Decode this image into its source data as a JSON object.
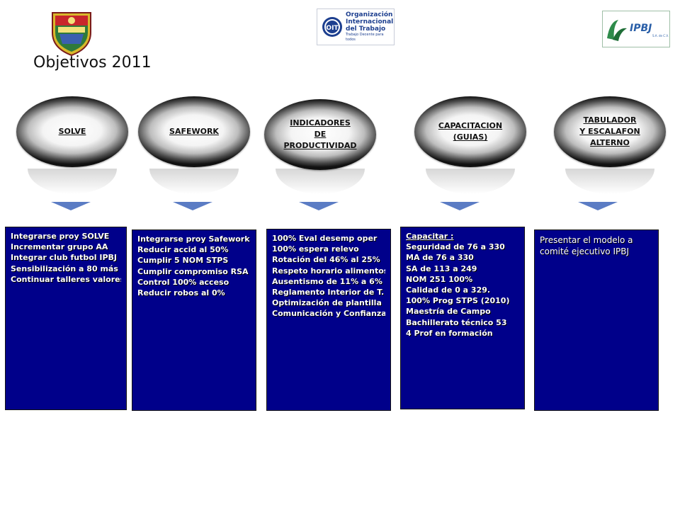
{
  "header": {
    "title": "Objetivos 2011",
    "oit_logo": {
      "line1": "Organización",
      "line2": "Internacional",
      "line3": "del Trabajo",
      "tagline": "Trabajo Decente para todos",
      "mark": "OIT"
    },
    "ipbj_logo": {
      "name": "IPBJ",
      "suffix": "S.A. de C.V."
    }
  },
  "columns": [
    {
      "heading": "SOLVE",
      "items": [
        "Integrarse proy  SOLVE",
        "Incrementar grupo AA",
        "Integrar club futbol  IPBJ",
        "Sensibilización  a  80  más",
        "Continuar talleres valores"
      ]
    },
    {
      "heading": "SAFEWORK",
      "items": [
        "Integrarse proy Safework",
        "Reducir accid al 50%",
        "Cumplir 5 NOM STPS",
        "Cumplir  compromiso RSA",
        "Control 100% acceso",
        "Reducir robos  al  0%"
      ]
    },
    {
      "heading": "INDICADORES\nDE\nPRODUCTIVIDAD",
      "items": [
        "100% Eval desemp oper",
        "100% espera  relevo",
        "Rotación  del 46% al 25%",
        "Respeto horario alimentos",
        "Ausentismo de 11% a 6%",
        "Reglamento Interior de T.",
        "Optimización de plantilla",
        "Comunicación y Confianza"
      ]
    },
    {
      "heading": "CAPACITACION\n(GUIAS)",
      "items": [
        "Capacitar :",
        "Seguridad de 76 a 330",
        "MA de 76 a 330",
        "SA de 113 a 249",
        "NOM  251  100%",
        "Calidad de 0 a 329.",
        "100%  Prog STPS (2010)",
        "Maestría de Campo",
        "Bachillerato técnico  53",
        "4 Prof en formación"
      ]
    },
    {
      "heading": "TABULADOR\nY ESCALAFON\nALTERNO",
      "items": [
        "Presentar el modelo a comité ejecutivo IPBJ"
      ]
    }
  ],
  "colors": {
    "box_background": "#00008a",
    "arrow": "#5b7cc4",
    "text_on_box": "#ffffff"
  }
}
